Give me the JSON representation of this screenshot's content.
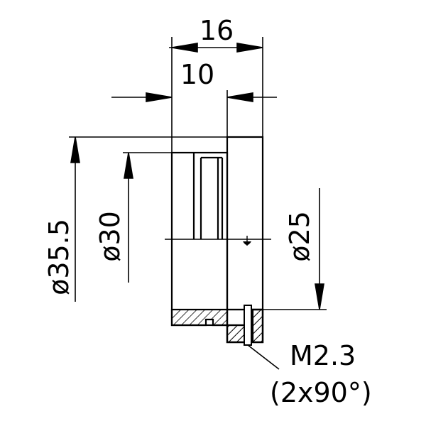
{
  "dimensions": {
    "overall_length": "16",
    "step_length": "10",
    "outer_diameter": "ø35.5",
    "groove_diameter": "ø30",
    "bore_diameter": "ø25"
  },
  "callout": {
    "thread": "M2.3",
    "thread_detail": "(2x90°)"
  },
  "colors": {
    "line": "#000000",
    "background": "#ffffff"
  }
}
